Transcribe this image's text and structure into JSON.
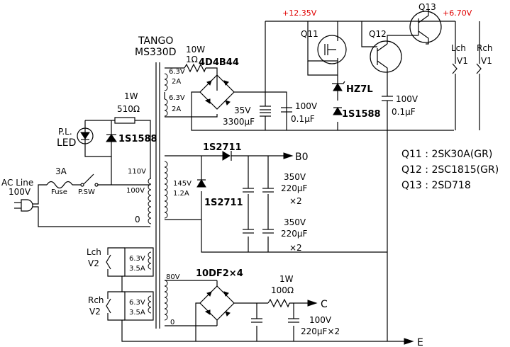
{
  "colors": {
    "wire": "#000000",
    "voltage_label": "#e00000",
    "background": "#ffffff"
  },
  "voltages": {
    "v_top": "+12.35V",
    "v_out": "+6.70V"
  },
  "transformer": {
    "maker": "TANGO",
    "model": "MS330D"
  },
  "power_input": {
    "ac_line": "AC Line",
    "ac_voltage": "100V",
    "fuse_rating": "3A",
    "fuse_label": "Fuse",
    "switch_label": "P.SW"
  },
  "pilot_lamp": {
    "label1": "P.L.",
    "label2": "LED",
    "diode": "1S1588",
    "resistor_power": "1W",
    "resistor_value": "510Ω"
  },
  "primary": {
    "tap_110": "110V",
    "tap_100": "100V",
    "tap_0": "0"
  },
  "heater_supply": {
    "winding1_v": "6.3V",
    "winding1_a": "2A",
    "winding2_v": "6.3V",
    "winding2_a": "2A",
    "resistor_power": "10W",
    "resistor_value": "1Ω",
    "bridge": "4D4B44",
    "cap1_v": "35V",
    "cap1_c": "3300μF",
    "cap2_v": "100V",
    "cap2_c": "0.1μF",
    "zener": "HZ7L",
    "diode": "1S1588",
    "cap3_v": "100V",
    "cap3_c": "0.1μF",
    "q11": "Q11",
    "q12": "Q12",
    "q13": "Q13",
    "lch_label": "Lch",
    "rch_label": "Rch",
    "v1": "V1"
  },
  "b_supply": {
    "winding_v": "145V",
    "winding_a": "1.2A",
    "diode_top": "1S2711",
    "diode_mid": "1S2711",
    "cap_v1": "350V",
    "cap_c1": "220μF",
    "cap_n1": "×2",
    "cap_v2": "350V",
    "cap_c2": "220μF",
    "cap_n2": "×2",
    "out_label": "B0"
  },
  "c_supply": {
    "winding_v": "80V",
    "winding_0": "0",
    "bridge": "10DF2×4",
    "resistor_power": "1W",
    "resistor_value": "100Ω",
    "cap_v": "100V",
    "cap_c": "220μF×2",
    "out_label": "C",
    "ground_label": "E"
  },
  "heater_windings": {
    "lch": "Lch",
    "lch_v": "V2",
    "lch_w_v": "6.3V",
    "lch_w_a": "3.5A",
    "rch": "Rch",
    "rch_v": "V2",
    "rch_w_v": "6.3V",
    "rch_w_a": "3.5A"
  },
  "parts_list": {
    "q11": "Q11 : 2SK30A(GR)",
    "q12": "Q12 : 2SC1815(GR)",
    "q13": "Q13 : 2SD718"
  }
}
